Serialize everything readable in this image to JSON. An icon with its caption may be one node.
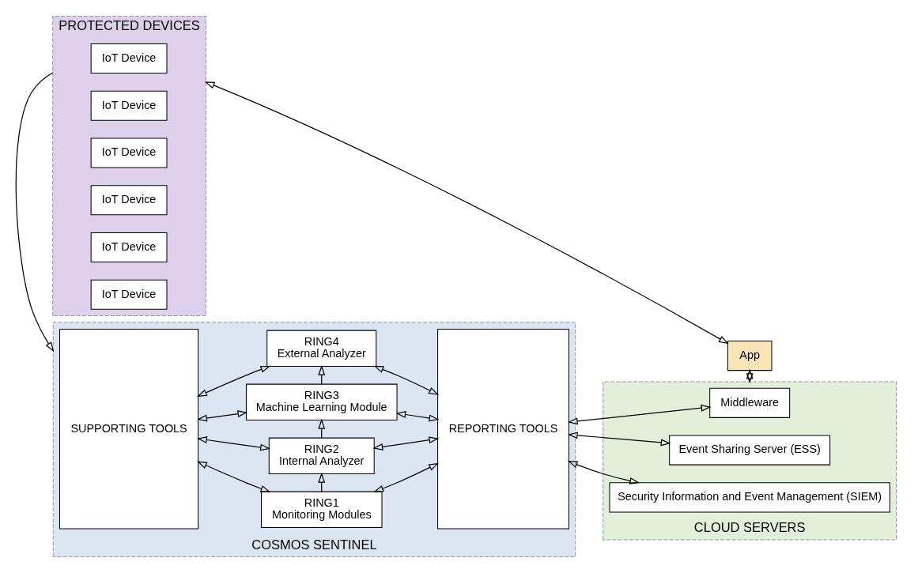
{
  "diagram": {
    "nodes": [
      {
        "text": [
          "PROTECTED DEVICES"
        ]
      },
      {
        "text": [
          "IoT Device"
        ],
        "in": 0
      },
      {
        "text": [
          "IoT Device"
        ],
        "in": 0
      },
      {
        "text": [
          "IoT Device"
        ],
        "in": 0
      },
      {
        "text": [
          "IoT Device"
        ],
        "in": 0
      },
      {
        "text": [
          "IoT Device"
        ],
        "in": 0
      },
      {
        "text": [
          "IoT Device"
        ],
        "in": 0
      },
      {
        "text": [
          "COSMOS SENTINEL"
        ]
      },
      {
        "text": [
          "SUPPORTING TOOLS"
        ],
        "in": 7
      },
      {
        "text": [
          "RING1",
          "Monitoring Modules"
        ],
        "in": 7
      },
      {
        "text": [
          "RING2",
          "Internal Analyzer"
        ],
        "in": 7
      },
      {
        "text": [
          "RING3",
          "Machine Learning Module"
        ],
        "in": 7
      },
      {
        "text": [
          "RING4",
          "External Analyzer"
        ],
        "in": 7
      },
      {
        "text": [
          "REPORTING TOOLS"
        ],
        "in": 7
      },
      {
        "text": [
          "App"
        ]
      },
      {
        "text": [
          "CLOUD SERVERS"
        ]
      },
      {
        "text": [
          "Middleware"
        ],
        "in": 15
      },
      {
        "text": [
          "Event Sharing Server (ESS)"
        ],
        "in": 15
      },
      {
        "text": [
          "Security Information and Event Management (SIEM)"
        ],
        "in": 15
      }
    ],
    "edges": [
      {
        "from": 0,
        "to": 7,
        "arrow": "to"
      },
      {
        "from": 0,
        "to": 14,
        "arrow": "both"
      },
      {
        "from": 14,
        "to": 15,
        "arrow": "both"
      },
      {
        "from": 8,
        "to": 9,
        "arrow": "both"
      },
      {
        "from": 8,
        "to": 10,
        "arrow": "both"
      },
      {
        "from": 8,
        "to": 11,
        "arrow": "both"
      },
      {
        "from": 8,
        "to": 12,
        "arrow": "both"
      },
      {
        "from": 9,
        "to": 10,
        "arrow": "to"
      },
      {
        "from": 10,
        "to": 11,
        "arrow": "to"
      },
      {
        "from": 11,
        "to": 12,
        "arrow": "to"
      },
      {
        "from": 9,
        "to": 13,
        "arrow": "both"
      },
      {
        "from": 10,
        "to": 13,
        "arrow": "both"
      },
      {
        "from": 11,
        "to": 13,
        "arrow": "both"
      },
      {
        "from": 12,
        "to": 13,
        "arrow": "both"
      },
      {
        "from": 13,
        "to": 16,
        "arrow": "both"
      },
      {
        "from": 13,
        "to": 17,
        "arrow": "both"
      },
      {
        "from": 13,
        "to": 18,
        "arrow": "both"
      }
    ]
  }
}
